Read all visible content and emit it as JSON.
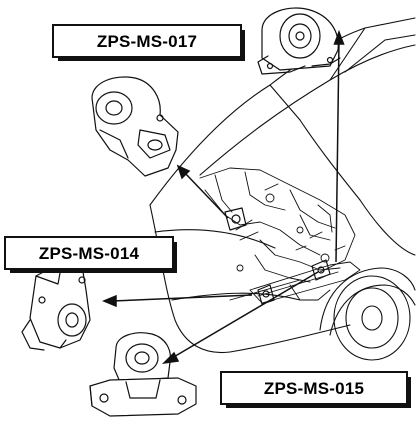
{
  "labels": {
    "top": "ZPS-MS-017",
    "left": "ZPS-MS-014",
    "bottom": "ZPS-MS-015"
  },
  "colors": {
    "ink": "#111111",
    "paper": "#ffffff"
  }
}
